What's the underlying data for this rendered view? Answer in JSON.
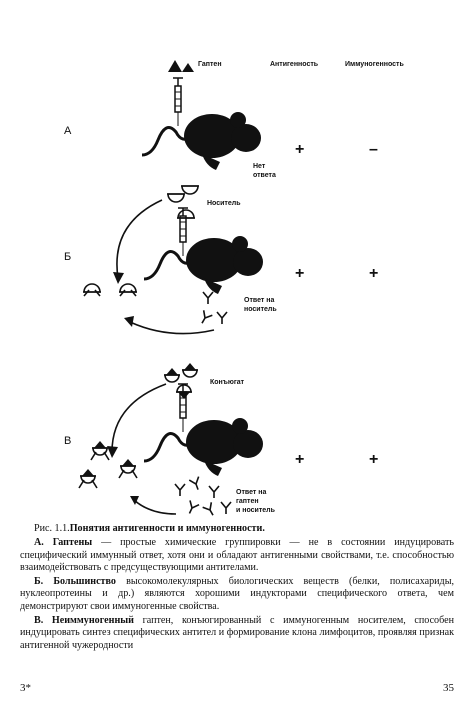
{
  "figure": {
    "headers": {
      "hapten": "Гаптен",
      "antigenicity": "Антигенность",
      "immunogenicity": "Иммуногенность"
    },
    "panels": [
      {
        "letter": "А",
        "note_line1": "Нет",
        "note_line2": "ответа",
        "antigenicity": "+",
        "immunogenicity": "–"
      },
      {
        "letter": "Б",
        "carrier_label": "Носитель",
        "note_line1": "Ответ на",
        "note_line2": "носитель",
        "antigenicity": "+",
        "immunogenicity": "+"
      },
      {
        "letter": "В",
        "conjugate_label": "Конъюгат",
        "note_line1": "Ответ на",
        "note_line2": "гаптен",
        "note_line3": "и носитель",
        "antigenicity": "+",
        "immunogenicity": "+"
      }
    ]
  },
  "caption": {
    "fig_number": "Рис. 1.1.",
    "fig_title": "Понятия антигенности и иммуногенности.",
    "para_a_head": "А. Гаптены",
    "para_a_text": " — простые химические группировки — не в состоянии индуцировать специфический иммунный ответ, хотя они и обладают антигенными свойствами, т.е. способностью взаимодействовать с предсуществующими антителами.",
    "para_b_head": "Б. Большинство",
    "para_b_text": " высокомолекулярных биологических веществ (белки, полисахариды, нуклеопротеины и др.) являются хорошими индукторами специфического ответа, чем демонстрируют свои иммуногенные свойства.",
    "para_c_head": "В. Неиммуногенный",
    "para_c_text": " гаптен, конъюгированный с иммуногенным носителем, способен индуцировать синтез специфических антител и формирование клона лимфоцитов, проявляя признак антигенной чужеродности"
  },
  "footer": {
    "signature": "3*",
    "page_number": "35"
  }
}
